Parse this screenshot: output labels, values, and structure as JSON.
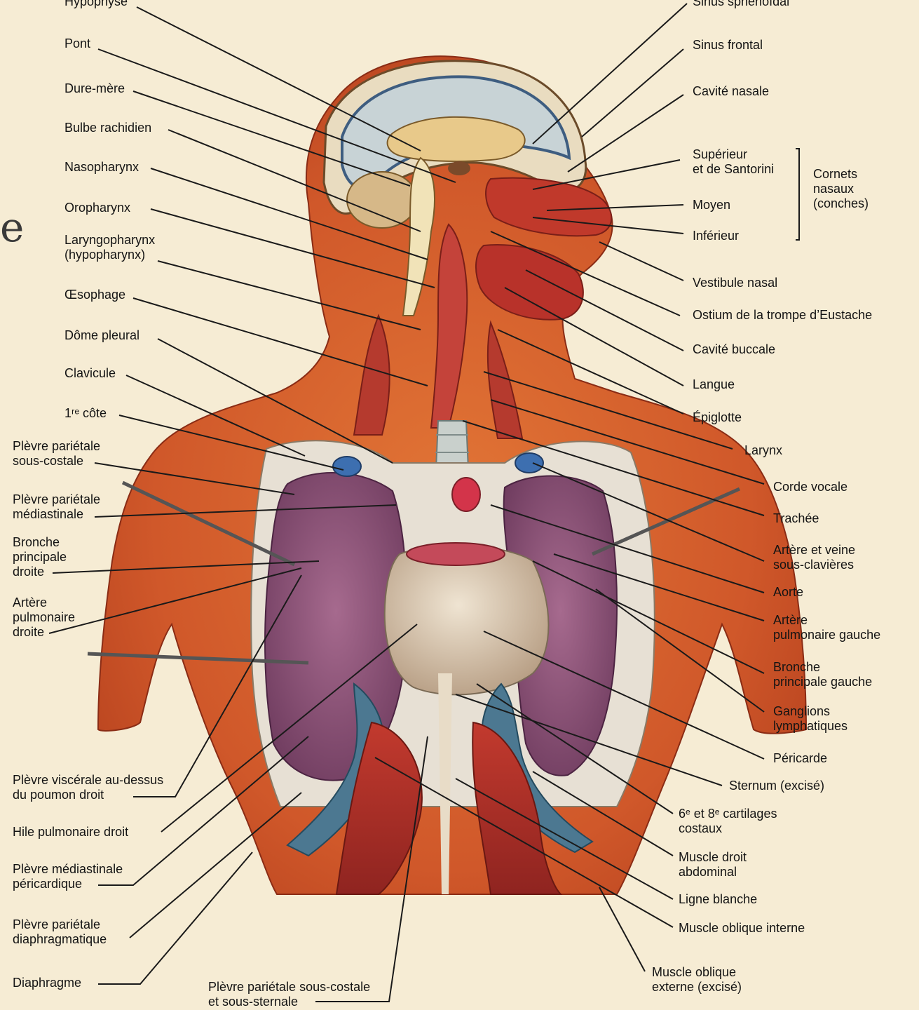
{
  "labels": {
    "hypophyse": [
      "Hypophyse"
    ],
    "pont": [
      "Pont"
    ],
    "dure_mere": [
      "Dure-mère"
    ],
    "bulbe": [
      "Bulbe rachidien"
    ],
    "nasopharynx": [
      "Nasopharynx"
    ],
    "oropharynx": [
      "Oropharynx"
    ],
    "laryngopharynx": [
      "Laryngopharynx",
      "(hypopharynx)"
    ],
    "oesophage": [
      "Œsophage"
    ],
    "dome_pleural": [
      "Dôme pleural"
    ],
    "clavicule": [
      "Clavicule"
    ],
    "premiere_cote": [
      "1ʳᵉ côte"
    ],
    "plevre_sous_costale": [
      "Plèvre pariétale",
      "sous-costale"
    ],
    "plevre_mediastinale": [
      "Plèvre pariétale",
      "médiastinale"
    ],
    "bronche_droite": [
      "Bronche",
      "principale",
      "droite"
    ],
    "artere_pulm_droite": [
      "Artère",
      "pulmonaire",
      "droite"
    ],
    "plevre_viscerale": [
      "Plèvre viscérale au-dessus",
      "du poumon droit"
    ],
    "hile": [
      "Hile pulmonaire droit"
    ],
    "plevre_med_pericardique": [
      "Plèvre médiastinale",
      "péricardique"
    ],
    "plevre_diaphragmatique": [
      "Plèvre pariétale",
      "diaphragmatique"
    ],
    "diaphragme": [
      "Diaphragme"
    ],
    "plevre_sous_sternale": [
      "Plèvre pariétale sous-costale",
      "et sous-sternale"
    ],
    "sinus_sphenoidal": [
      "Sinus sphénoïdal"
    ],
    "sinus_frontal": [
      "Sinus frontal"
    ],
    "cavite_nasale": [
      "Cavité nasale"
    ],
    "cornet_superieur": [
      "Supérieur",
      "et de Santorini"
    ],
    "cornet_moyen": [
      "Moyen"
    ],
    "cornet_inferieur": [
      "Inférieur"
    ],
    "cornets_group": [
      "Cornets",
      "nasaux",
      "(conches)"
    ],
    "vestibule": [
      "Vestibule nasal"
    ],
    "ostium": [
      "Ostium de la trompe d’Eustache"
    ],
    "cavite_buccale": [
      "Cavité buccale"
    ],
    "langue": [
      "Langue"
    ],
    "epiglotte": [
      "Épiglotte"
    ],
    "larynx": [
      "Larynx"
    ],
    "corde_vocale": [
      "Corde vocale"
    ],
    "trachee": [
      "Trachée"
    ],
    "artere_sous_clav": [
      "Artère et veine",
      "sous-clavières"
    ],
    "aorte": [
      "Aorte"
    ],
    "artere_pulm_gauche": [
      "Artère",
      "pulmonaire gauche"
    ],
    "bronche_gauche": [
      "Bronche",
      "principale gauche"
    ],
    "ganglions": [
      "Ganglions",
      "lymphatiques"
    ],
    "pericarde": [
      "Péricarde"
    ],
    "sternum": [
      "Sternum (excisé)"
    ],
    "cartilages": [
      "6ᵉ et 8ᵉ cartilages",
      "costaux"
    ],
    "muscle_droit": [
      "Muscle droit",
      "abdominal"
    ],
    "ligne_blanche": [
      "Ligne blanche"
    ],
    "oblique_interne": [
      "Muscle oblique interne"
    ],
    "oblique_externe": [
      "Muscle oblique",
      "externe (excisé)"
    ]
  },
  "side_mark": "e",
  "colors": {
    "background": "#f6ecd4",
    "skin": "#d8622c",
    "muscle": "#b8302a",
    "lung": "#8a4f78",
    "vessel_blue": "#3f6c8a",
    "heart": "#d9c7b0",
    "leader": "#1a1a1a"
  }
}
